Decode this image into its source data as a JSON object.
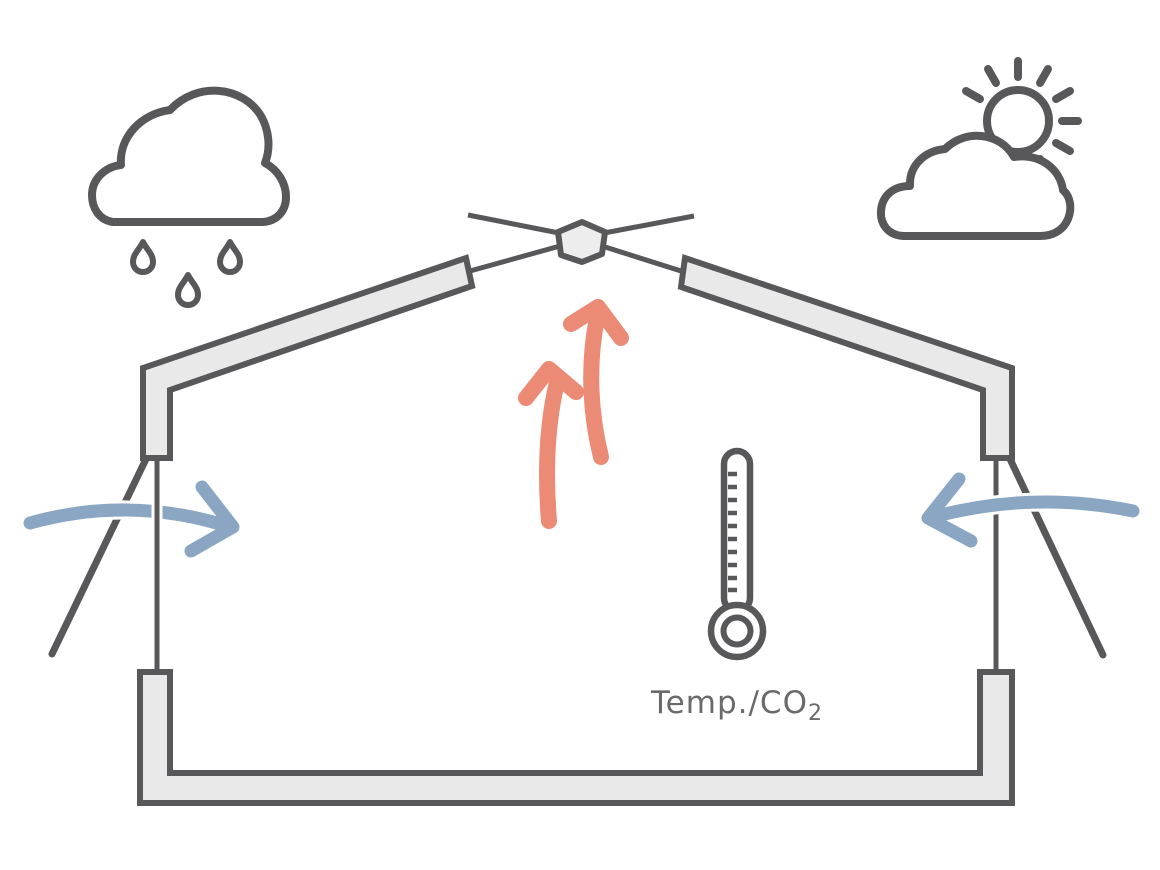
{
  "diagram": {
    "colors": {
      "bg": "#ffffff",
      "outline": "#58585a",
      "wall_fill": "#e9e9e9",
      "cap_fill": "#ededed",
      "inflow": "#8ba6c3",
      "outflow": "#eb8a75",
      "label": "#6a6a6a"
    },
    "sensor_label": {
      "text": "Temp./CO",
      "subscript": "2"
    },
    "icons": [
      {
        "name": "rain-cloud-icon"
      },
      {
        "name": "sun-behind-cloud-icon"
      },
      {
        "name": "thermometer-icon"
      },
      {
        "name": "inflow-arrow-left"
      },
      {
        "name": "inflow-arrow-right"
      },
      {
        "name": "outflow-arrow-small"
      },
      {
        "name": "outflow-arrow-large"
      },
      {
        "name": "ridge-vent-cap"
      }
    ]
  }
}
